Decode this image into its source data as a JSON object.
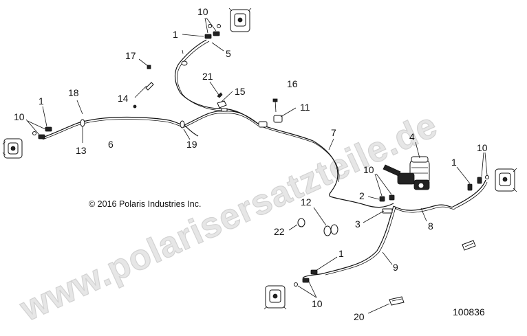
{
  "watermark": "www.polarisersatzteile.de",
  "copyright": "© 2016 Polaris Industries Inc.",
  "drawing_number": "100836",
  "callouts": {
    "c10_top": "10",
    "c1_top": "1",
    "c5": "5",
    "c17": "17",
    "c21": "21",
    "c15": "15",
    "c14": "14",
    "c16": "16",
    "c11": "11",
    "c18": "18",
    "c1_left": "1",
    "c10_left": "10",
    "c13": "13",
    "c6": "6",
    "c19": "19",
    "c7": "7",
    "c4": "4",
    "c10_right": "10",
    "c1_right": "1",
    "c10_mid": "10",
    "c2": "2",
    "c3": "3",
    "c8": "8",
    "c12": "12",
    "c22": "22",
    "c1_bottom": "1",
    "c9": "9",
    "c10_bottom": "10",
    "c20": "20"
  }
}
